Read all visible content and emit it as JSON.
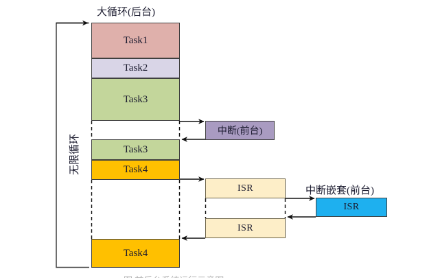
{
  "diagram": {
    "title": "大循环(后台)",
    "vertical_label": "无限循环",
    "nested_label": "中断嵌套(前台)",
    "caption_partial": "图  前后台系统运行示意图"
  },
  "background_column": {
    "blocks": [
      {
        "label": "Task1",
        "color": "#dfb0ab"
      },
      {
        "label": "Task2",
        "color": "#d9d5e7"
      },
      {
        "label": "Task3",
        "color": "#c3d69b"
      },
      {
        "label": "Task3",
        "color": "#c3d69b"
      },
      {
        "label": "Task4",
        "color": "#ffc000"
      },
      {
        "label": "Task4",
        "color": "#ffc000"
      }
    ]
  },
  "foreground": {
    "interrupt": {
      "label": "中断(前台)",
      "color": "#a99bc1"
    },
    "isr_upper": {
      "label": "ISR",
      "color": "#fdeec8"
    },
    "isr_lower": {
      "label": "ISR",
      "color": "#fdeec8"
    },
    "isr_nested": {
      "label": "ISR",
      "color": "#1eb0ef"
    }
  },
  "colors": {
    "task1": "#dfb0ab",
    "task2": "#d9d5e7",
    "task3": "#c3d69b",
    "task4": "#ffc000",
    "interrupt": "#a99bc1",
    "isr": "#fdeec8",
    "isr_nested": "#1eb0ef",
    "stroke": "#3f3f3f",
    "isr_stroke": "#6b6246"
  }
}
